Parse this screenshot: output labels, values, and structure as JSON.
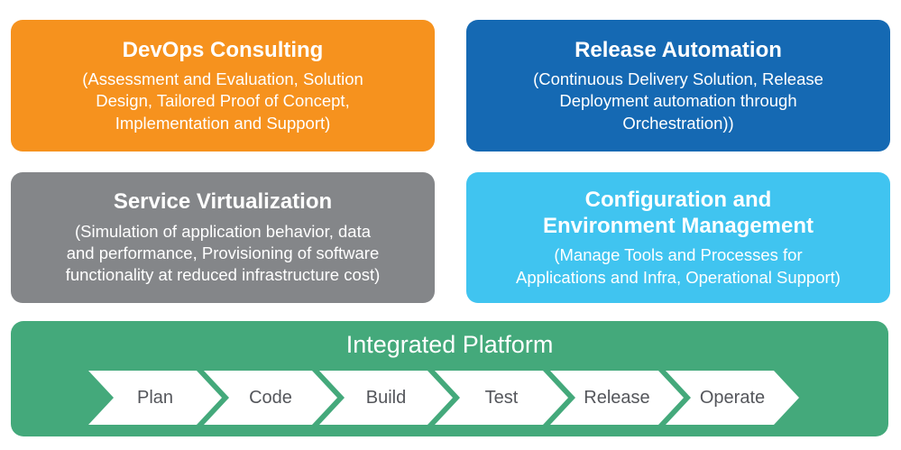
{
  "cards": [
    {
      "title": "DevOps Consulting",
      "description_lines": [
        "(Assessment and Evaluation, Solution",
        "Design, Tailored Proof of Concept,",
        "Implementation and Support)"
      ],
      "color": "#F6921E"
    },
    {
      "title": "Release Automation",
      "description_lines": [
        "(Continuous Delivery Solution, Release",
        "Deployment automation through",
        "Orchestration))"
      ],
      "color": "#1569B3"
    },
    {
      "title": "Service Virtualization",
      "description_lines": [
        "(Simulation of application behavior, data",
        "and performance, Provisioning of software",
        "functionality at reduced infrastructure cost)"
      ],
      "color": "#848689"
    },
    {
      "title_lines": [
        "Configuration and",
        "Environment Management"
      ],
      "description_lines": [
        "(Manage Tools and Processes for",
        "Applications and Infra, Operational Support)"
      ],
      "color": "#40C4F0"
    }
  ],
  "platform": {
    "title": "Integrated Platform",
    "color": "#44A97B",
    "step_text_color": "#54565B",
    "steps": [
      "Plan",
      "Code",
      "Build",
      "Test",
      "Release",
      "Operate"
    ]
  }
}
